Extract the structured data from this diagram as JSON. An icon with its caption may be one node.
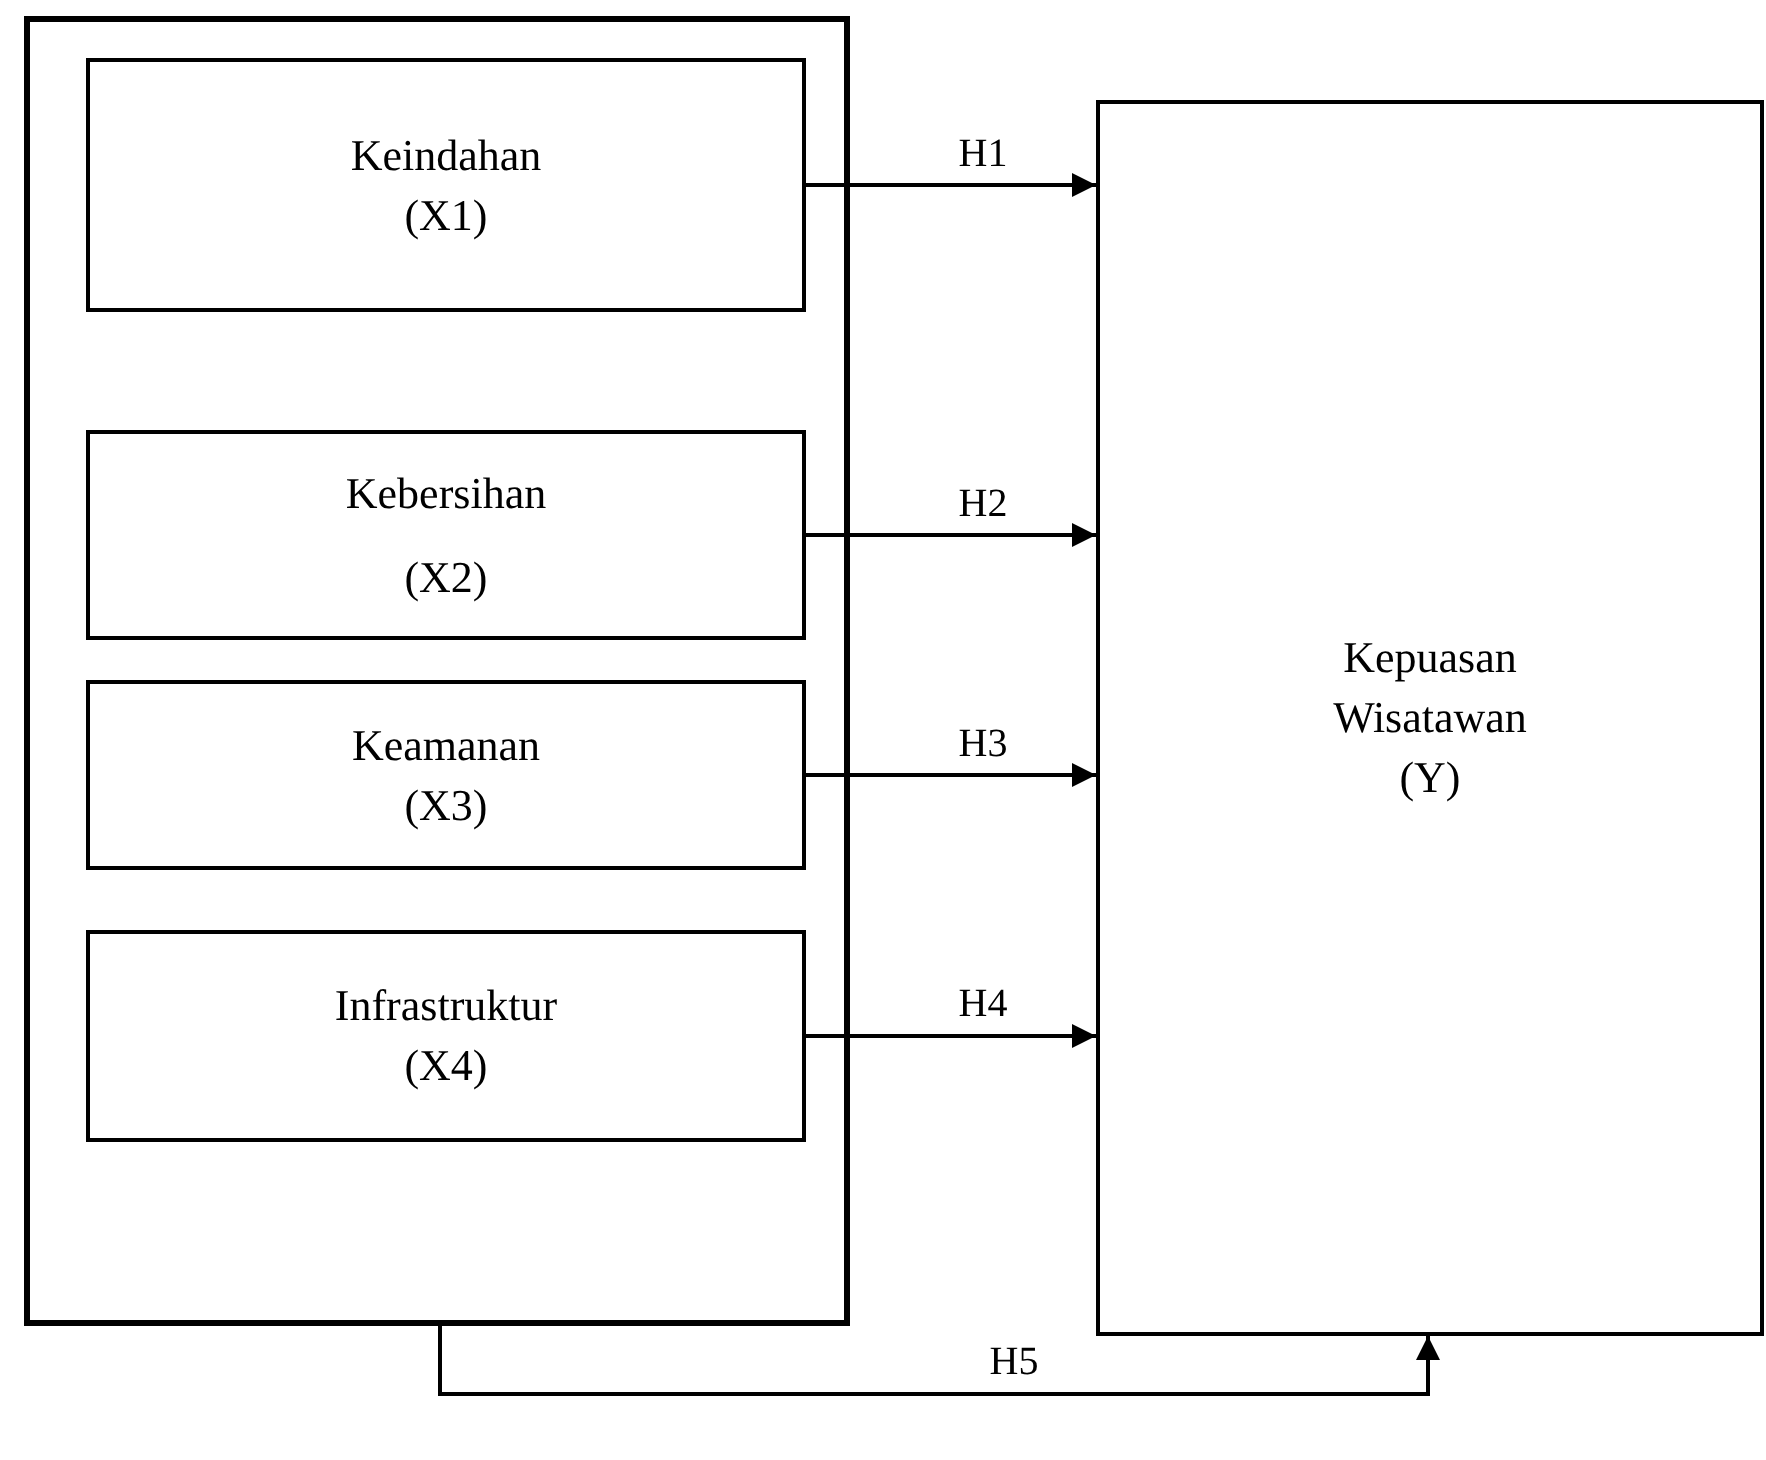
{
  "diagram": {
    "nodes": [
      {
        "text": [],
        "shape": "box"
      },
      {
        "text": [
          "Keindahan",
          "(X1)"
        ],
        "in": 0
      },
      {
        "text": [
          "Kebersihan",
          "(X2)"
        ],
        "in": 0
      },
      {
        "text": [
          "Keamanan",
          "(X3)"
        ],
        "in": 0
      },
      {
        "text": [
          "Infrastruktur",
          "(X4)"
        ],
        "in": 0
      },
      {
        "text": [
          "Kepuasan Wisatawan",
          "(Y)"
        ]
      }
    ],
    "edges": [
      {
        "from": 1,
        "to": 5,
        "arrow": "to",
        "label": "H1"
      },
      {
        "from": 2,
        "to": 5,
        "arrow": "to",
        "label": "H2"
      },
      {
        "from": 3,
        "to": 5,
        "arrow": "to",
        "label": "H3"
      },
      {
        "from": 4,
        "to": 5,
        "arrow": "to",
        "label": "H4"
      },
      {
        "from": 0,
        "to": 5,
        "arrow": "to",
        "label": "H5"
      }
    ]
  }
}
